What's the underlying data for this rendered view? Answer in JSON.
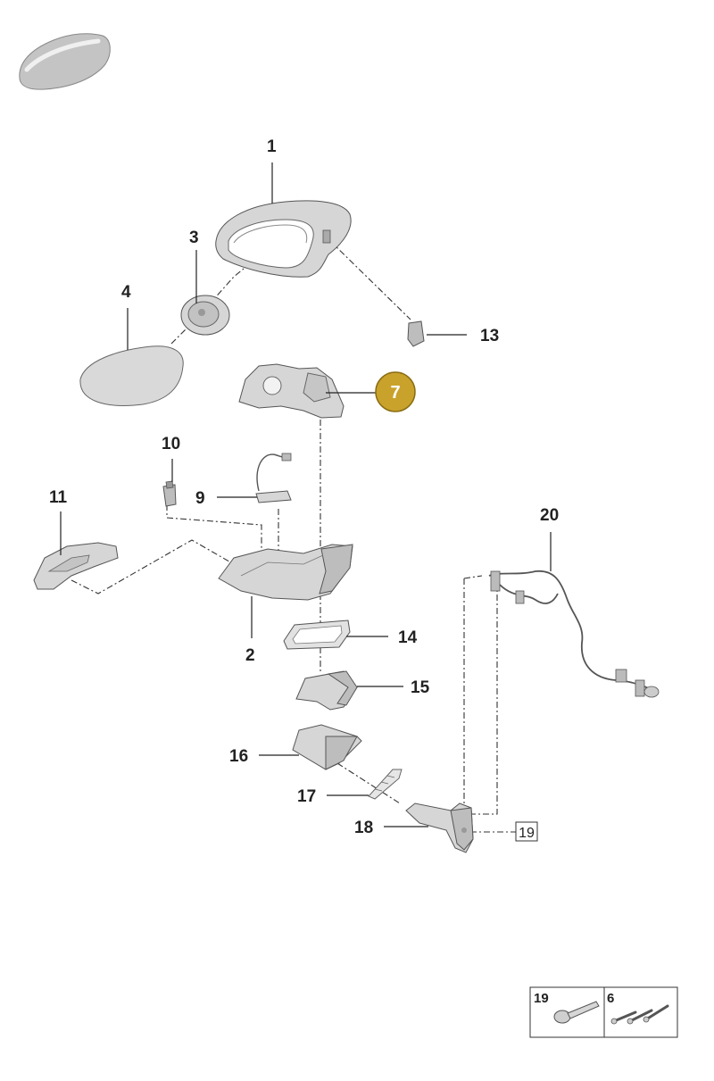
{
  "callouts": {
    "p1": "1",
    "p2": "2",
    "p3": "3",
    "p4": "4",
    "p7": "7",
    "p9": "9",
    "p10": "10",
    "p11": "11",
    "p13": "13",
    "p14": "14",
    "p15": "15",
    "p16": "16",
    "p17": "17",
    "p18": "18",
    "p19": "19",
    "p20": "20"
  },
  "legend": {
    "left": "19",
    "right": "6"
  },
  "colors": {
    "highlight": "#c9a22c"
  },
  "icons": {
    "thumbnail": "car-mirror-thumbnail-icon"
  }
}
